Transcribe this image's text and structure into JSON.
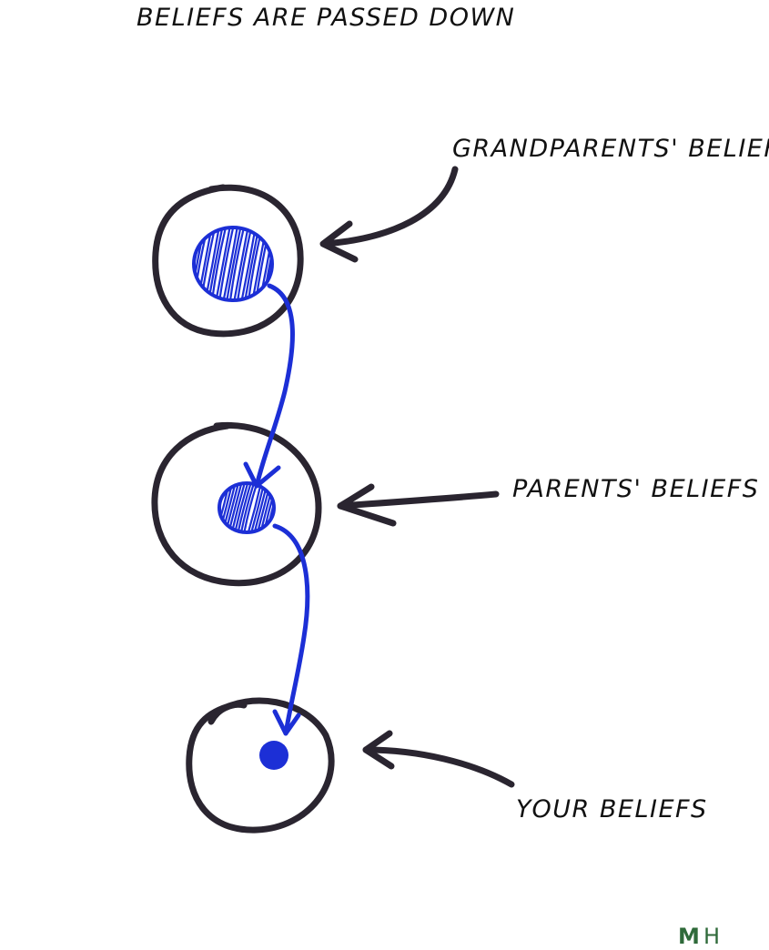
{
  "title": "BELIEFS ARE PASSED DOWN",
  "nodes": [
    {
      "label": "GRANDPARENTS' BELIEFS",
      "core": "large hatched blue dot"
    },
    {
      "label": "PARENTS' BELIEFS",
      "core": "medium hatched blue dot"
    },
    {
      "label": "YOUR BELIEFS",
      "core": "small solid blue dot"
    }
  ],
  "logo": {
    "m": "M",
    "h": "H"
  },
  "colors": {
    "ink": "#2a2530",
    "text": "#111111",
    "blue": "#1c2fd6",
    "logo": "#2f6a3a"
  }
}
